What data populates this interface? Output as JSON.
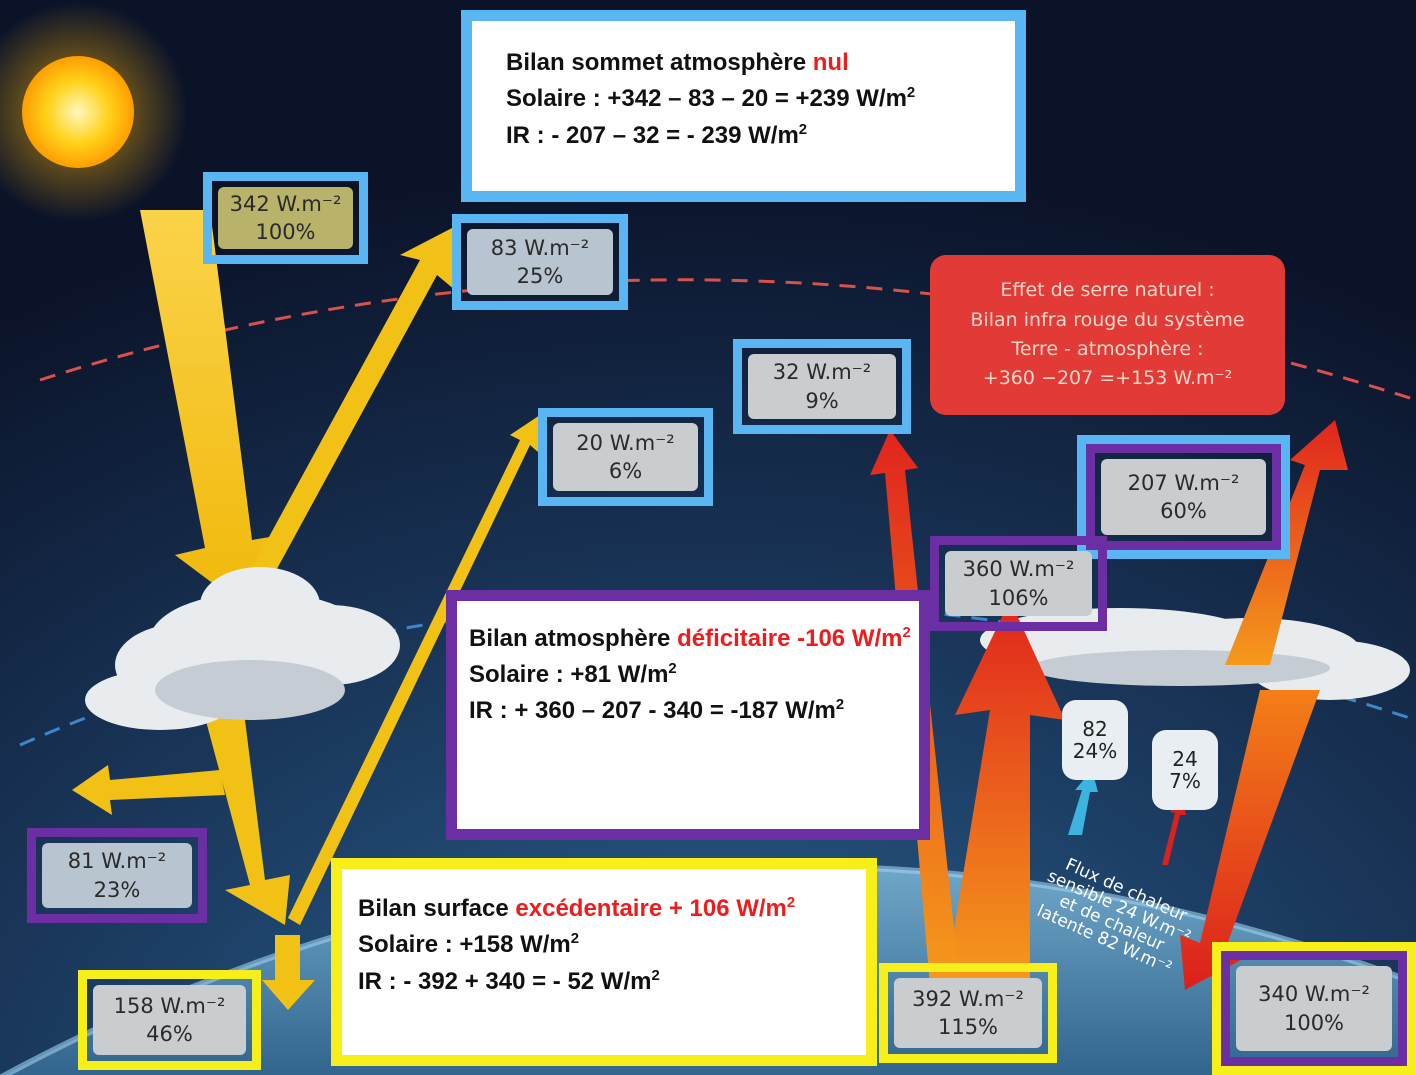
{
  "labels": {
    "incoming_solar": {
      "value": "342 W.m⁻²",
      "pct": "100%"
    },
    "reflected_clouds": {
      "value": "83 W.m⁻²",
      "pct": "25%"
    },
    "reflected_surface": {
      "value": "20 W.m⁻²",
      "pct": "6%"
    },
    "ir_window": {
      "value": "32 W.m⁻²",
      "pct": "9%"
    },
    "ir_atmos_space": {
      "value": "207 W.m⁻²",
      "pct": "60%"
    },
    "ir_surface_atmos": {
      "value": "360 W.m⁻²",
      "pct": "106%"
    },
    "absorbed_atmos": {
      "value": "81 W.m⁻²",
      "pct": "23%"
    },
    "absorbed_surface": {
      "value": "158 W.m⁻²",
      "pct": "46%"
    },
    "surface_emission": {
      "value": "392 W.m⁻²",
      "pct": "115%"
    },
    "back_radiation": {
      "value": "340 W.m⁻²",
      "pct": "100%"
    }
  },
  "greenhouse_box": {
    "line1": "Effet de serre naturel :",
    "line2": "Bilan infra rouge du système",
    "line3": "Terre - atmosphère :",
    "line4": "+360 −207 =+153 W.m⁻²"
  },
  "latent_bubble": {
    "value": "82",
    "pct": "24%"
  },
  "sensible_bubble": {
    "value": "24",
    "pct": "7%"
  },
  "flux_text": {
    "line1": "Flux de chaleur",
    "line2": "sensible 24 W.m⁻²",
    "line3": "et de chaleur",
    "line4": "latente 82 W.m⁻²"
  },
  "bilan_top": {
    "title_prefix": "Bilan sommet atmosphère ",
    "title_highlight": "nul",
    "solar_prefix": "Solaire : +342 – 83 – 20 = +239 W/m",
    "ir_prefix": "IR : - 207 – 32 = - 239 W/m",
    "exponent": "2"
  },
  "bilan_atmos": {
    "title_prefix": "Bilan atmosphère ",
    "title_highlight": "déficitaire -106 W/m",
    "solar_prefix": "Solaire : +81 W/m",
    "ir_prefix": "IR : + 360 – 207 - 340 = -187 W/m",
    "exponent": "2"
  },
  "bilan_surface": {
    "title_prefix": "Bilan surface ",
    "title_highlight": "excédentaire + 106 W/m",
    "solar_prefix": "Solaire : +158 W/m",
    "ir_prefix": "IR : - 392 + 340 = - 52 W/m",
    "exponent": "2"
  },
  "colors": {
    "frame_blue": "#5ab6f3",
    "frame_purple": "#6b2ea3",
    "frame_yellow": "#f7ef1a",
    "highlight_red": "#ee1c1c",
    "greenhouse_red": "#e23a36",
    "solar_arrow": "#f2c417",
    "ir_arrow": "#e43a1e"
  }
}
